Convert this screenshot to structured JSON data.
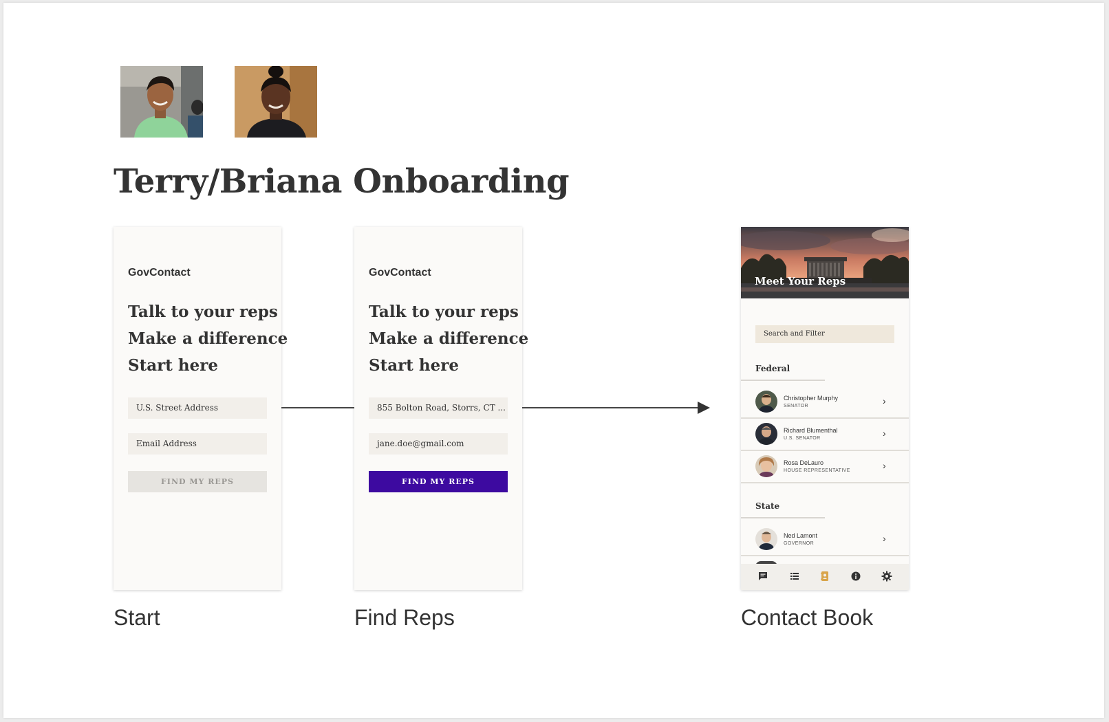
{
  "board": {
    "title": "Terry/Briana Onboarding",
    "personas": [
      {
        "icon": "persona-photo-young-man"
      },
      {
        "icon": "persona-photo-young-woman"
      }
    ]
  },
  "screens": {
    "start": {
      "label": "Start",
      "brand": "GovContact",
      "tagline": [
        "Talk to your reps",
        "Make a difference",
        "Start here"
      ],
      "address_placeholder": "U.S. Street Address",
      "email_placeholder": "Email Address",
      "button": "FIND MY REPS",
      "button_state": "disabled"
    },
    "find_reps": {
      "label": "Find Reps",
      "brand": "GovContact",
      "tagline": [
        "Talk to your reps",
        "Make a difference",
        "Start here"
      ],
      "address_value": "855 Bolton Road, Storrs, CT ...",
      "email_value": "jane.doe@gmail.com",
      "button": "FIND MY REPS",
      "button_state": "active",
      "button_color": "#3d0aa0"
    },
    "contact_book": {
      "label": "Contact Book",
      "hero_title": "Meet Your Reps",
      "search_placeholder": "Search and Filter",
      "sections": [
        {
          "title": "Federal",
          "reps": [
            {
              "name": "Christopher Murphy",
              "role": "SENATOR"
            },
            {
              "name": "Richard Blumenthal",
              "role": "U.S. SENATOR"
            },
            {
              "name": "Rosa DeLauro",
              "role": "HOUSE REPRESENTATIVE"
            }
          ]
        },
        {
          "title": "State",
          "reps": [
            {
              "name": "Ned Lamont",
              "role": "GOVERNOR"
            }
          ]
        }
      ],
      "tabs": [
        {
          "icon": "chat-icon"
        },
        {
          "icon": "list-icon"
        },
        {
          "icon": "contact-book-icon",
          "selected": true,
          "color": "#d9a54a"
        },
        {
          "icon": "info-icon"
        },
        {
          "icon": "settings-gear-icon"
        }
      ]
    }
  }
}
